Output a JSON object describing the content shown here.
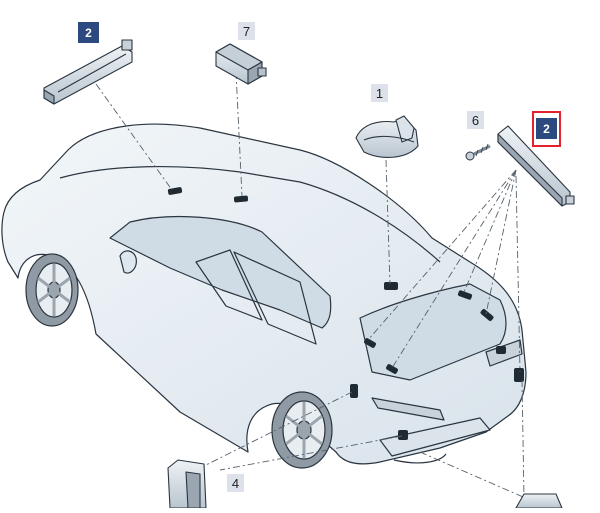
{
  "diagram": {
    "callouts": [
      {
        "id": "top-left-2",
        "label": "2",
        "style": "dark"
      },
      {
        "id": "top-7",
        "label": "7",
        "style": "plain"
      },
      {
        "id": "middle-1",
        "label": "1",
        "style": "plain"
      },
      {
        "id": "right-6",
        "label": "6",
        "style": "plain"
      },
      {
        "id": "right-2",
        "label": "2",
        "style": "dark",
        "highlighted": true
      },
      {
        "id": "bottom-4",
        "label": "4",
        "style": "plain"
      }
    ],
    "colors": {
      "callout_dark": "#2d4a80",
      "callout_plain": "#dde2ea",
      "highlight": "#e3232c",
      "car_fill": "#e6eef4",
      "car_glass": "#cfdbe5",
      "outline": "#2a3540",
      "leader": "#56626d"
    }
  }
}
